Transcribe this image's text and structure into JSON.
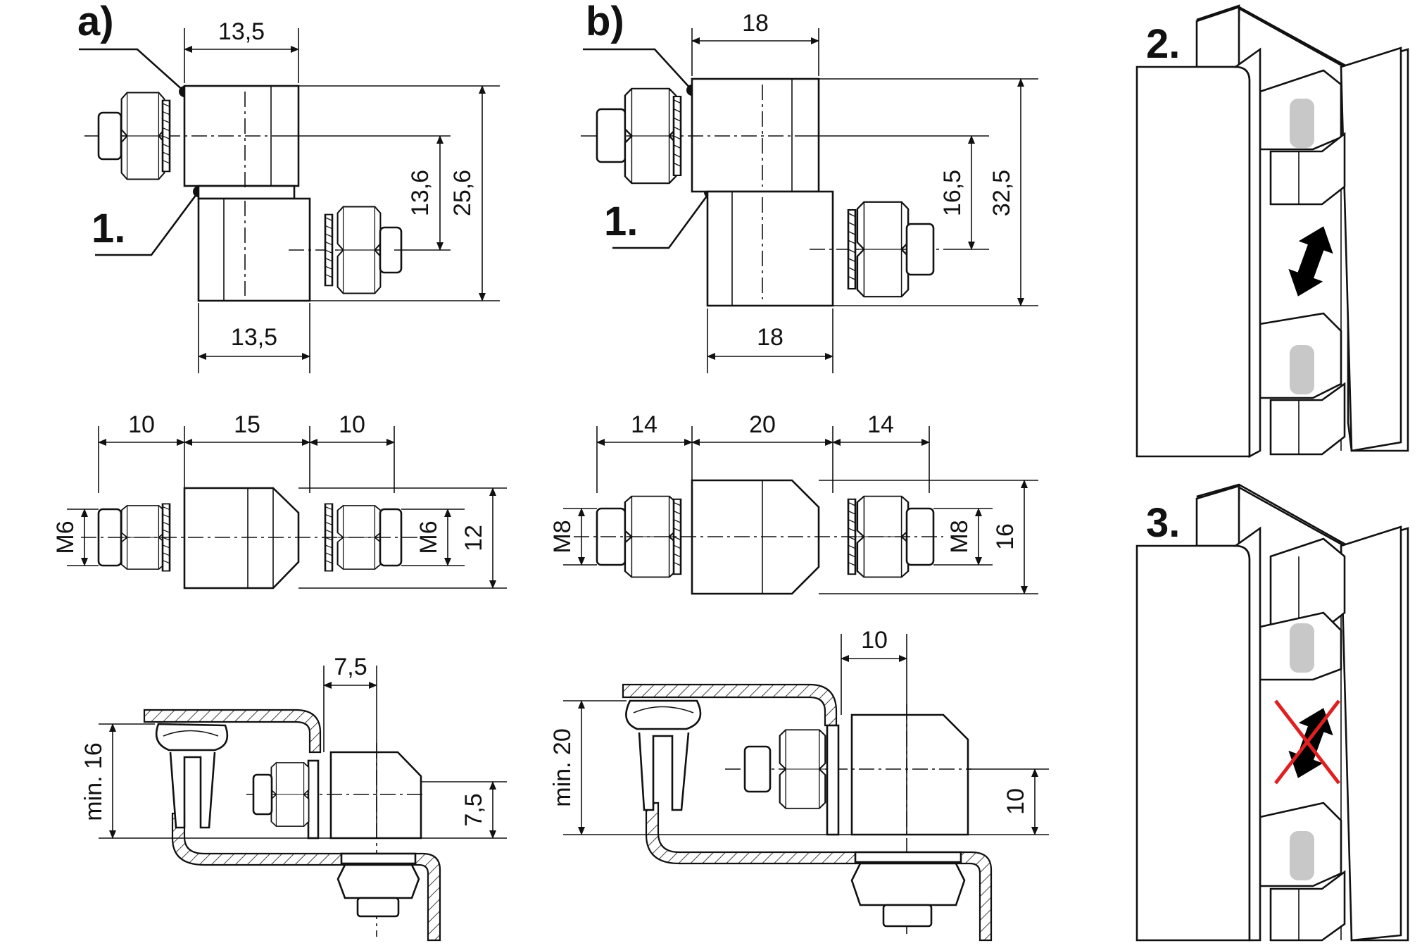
{
  "labels": {
    "variant_a": "a)",
    "variant_b": "b)",
    "step_1_a": "1.",
    "step_1_b": "1.",
    "step_2": "2.",
    "step_3": "3."
  },
  "variant_a": {
    "top_width": "13,5",
    "bottom_width": "13,5",
    "pin_offset": "13,6",
    "total_height": "25,6",
    "nut_length_left": "10",
    "body_length": "15",
    "nut_length_right": "10",
    "thread_left": "M6",
    "thread_right": "M6",
    "body_height": "12",
    "pin_distance": "7,5",
    "pin_height": "7,5",
    "min_clearance": "min. 16"
  },
  "variant_b": {
    "top_width": "18",
    "bottom_width": "18",
    "pin_offset": "16,5",
    "total_height": "32,5",
    "nut_length_left": "14",
    "body_length": "20",
    "nut_length_right": "14",
    "thread_left": "M8",
    "thread_right": "M8",
    "body_height": "16",
    "pin_distance": "10",
    "pin_height": "10",
    "min_clearance": "min. 20"
  },
  "colors": {
    "line": "#111111",
    "pin_highlight": "#c8c8c8",
    "forbidden_cross": "#e02020",
    "arrow": "#000000"
  },
  "icons": {
    "move_arrow": "double-arrow-vertical",
    "forbidden": "crossed-out-double-arrow"
  }
}
